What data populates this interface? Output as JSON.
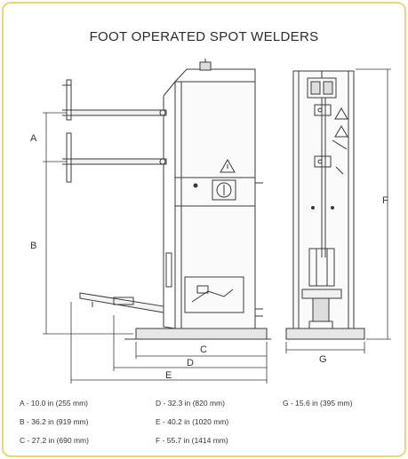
{
  "title": "FOOT OPERATED SPOT WELDERS",
  "dimension_letters": {
    "A": "A",
    "B": "B",
    "C": "C",
    "D": "D",
    "E": "E",
    "F": "F",
    "G": "G"
  },
  "legend": [
    "A - 10.0 in (255 mm)",
    "B - 36.2 in (919 mm)",
    "C - 27.2 in (690 mm)",
    "D - 32.3 in (820 mm)",
    "E - 40.2 in (1020 mm)",
    "F - 55.7 in (1414 mm)",
    "G - 15.6 in (395 mm)"
  ]
}
